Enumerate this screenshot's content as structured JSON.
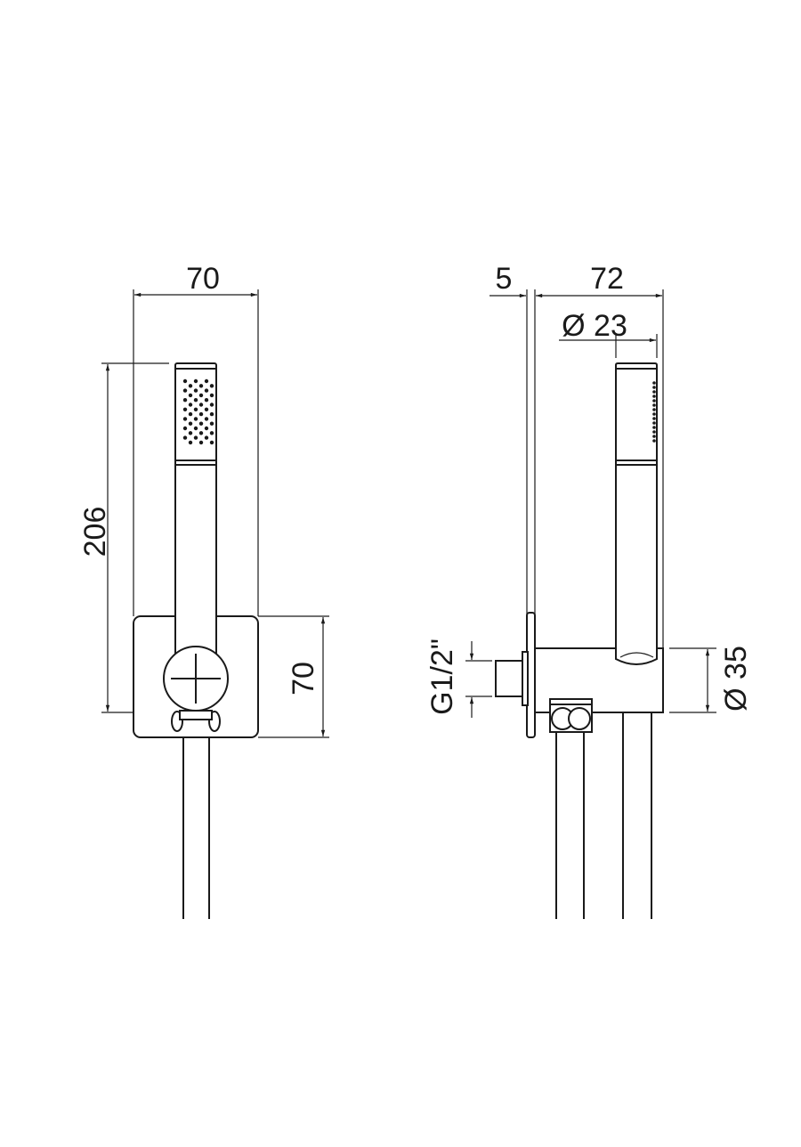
{
  "front_view": {
    "width_label": "70",
    "height_label": "206",
    "plate_height_label": "70"
  },
  "side_view": {
    "plate_thickness_label": "5",
    "depth_label": "72",
    "handle_diameter_label": "Ø 23",
    "thread_label": "G1/2\"",
    "body_diameter_label": "Ø 35"
  },
  "colors": {
    "line": "#1a1a1a",
    "background": "#ffffff"
  }
}
